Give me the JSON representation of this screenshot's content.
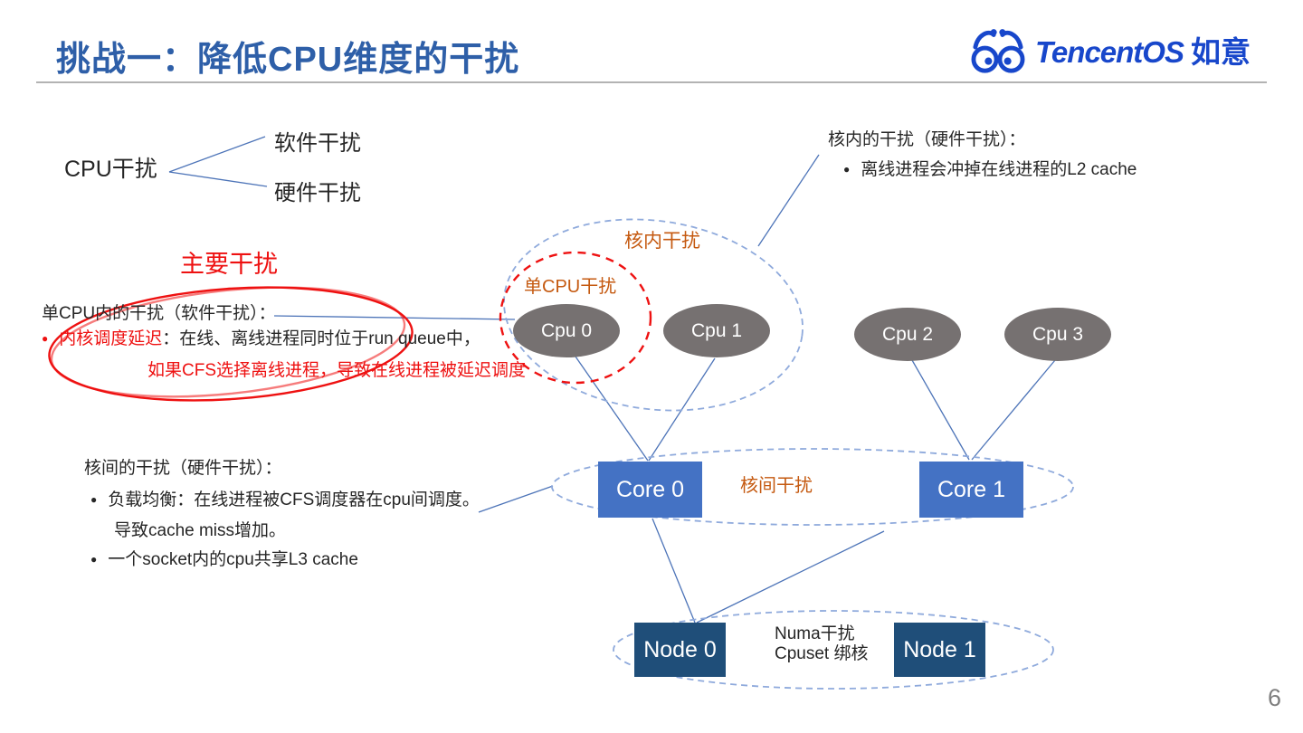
{
  "page": {
    "title": "挑战一：降低CPU维度的干扰",
    "page_number": "6"
  },
  "logo": {
    "brand": "TencentOS",
    "suffix": "如意",
    "icon": "tencentos-penguin-icon"
  },
  "interference_tree": {
    "root": "CPU干扰",
    "branch_top": "软件干扰",
    "branch_bottom": "硬件干扰"
  },
  "annotations": {
    "main_interference_label": "主要干扰",
    "bullet_glyph": "●",
    "single_cpu": {
      "heading": "单CPU内的干扰（软件干扰）：",
      "term": "内核调度延迟",
      "desc": "：在线、离线进程同时位于run queue中，",
      "desc_line2": "如果CFS选择离线进程，导致在线进程被延迟调度"
    },
    "intra_core": {
      "heading": "核内的干扰（硬件干扰）：",
      "bullet": "离线进程会冲掉在线进程的L2 cache"
    },
    "inter_core": {
      "heading": "核间的干扰（硬件干扰）：",
      "bullet1_line1": "负载均衡：在线进程被CFS调度器在cpu间调度。",
      "bullet1_line2": "导致cache miss增加。",
      "bullet2": "一个socket内的cpu共享L3 cache"
    }
  },
  "diagram": {
    "intra_core_label": "核内干扰",
    "single_cpu_label": "单CPU干扰",
    "inter_core_label": "核间干扰",
    "numa_label_line1": "Numa干扰",
    "numa_label_line2": "Cpuset 绑核",
    "cpus": [
      "Cpu 0",
      "Cpu 1",
      "Cpu 2",
      "Cpu 3"
    ],
    "cores": [
      "Core 0",
      "Core 1"
    ],
    "nodes": [
      "Node 0",
      "Node 1"
    ]
  },
  "colors": {
    "title_blue": "#2E5FA8",
    "logo_blue": "#1847CB",
    "core_blue": "#4472C4",
    "node_navy": "#1F4E79",
    "cpu_gray": "#767171",
    "dashed_ellipse_blue": "#8FAADC",
    "connector_blue": "#4d74b8",
    "label_orange": "#C55A11",
    "red": "#EE1111",
    "text_dark": "#262626",
    "page_number_gray": "#7f7f7f"
  }
}
